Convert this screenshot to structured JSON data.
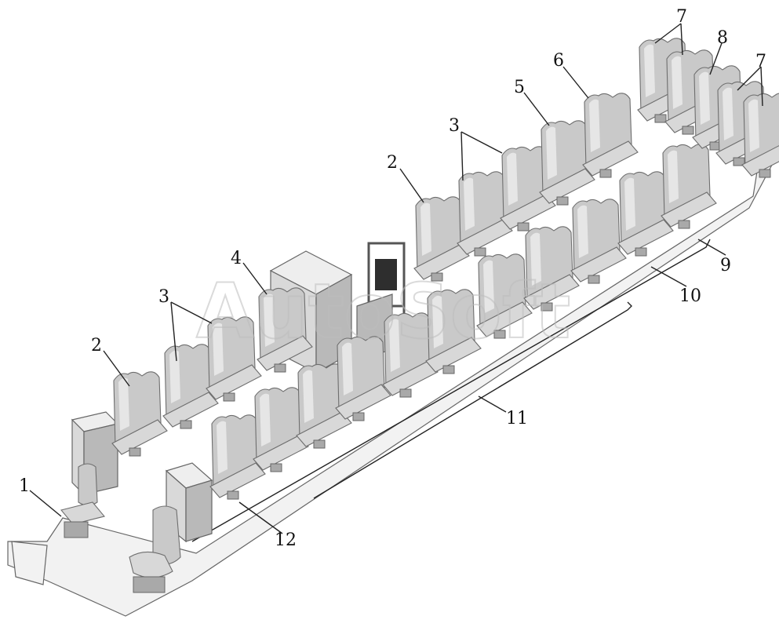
{
  "callouts": [
    "1",
    "2",
    "3",
    "4",
    "2",
    "3",
    "5",
    "6",
    "7",
    "8",
    "7",
    "9",
    "10",
    "11",
    "12"
  ],
  "watermark": "AutoSoft"
}
